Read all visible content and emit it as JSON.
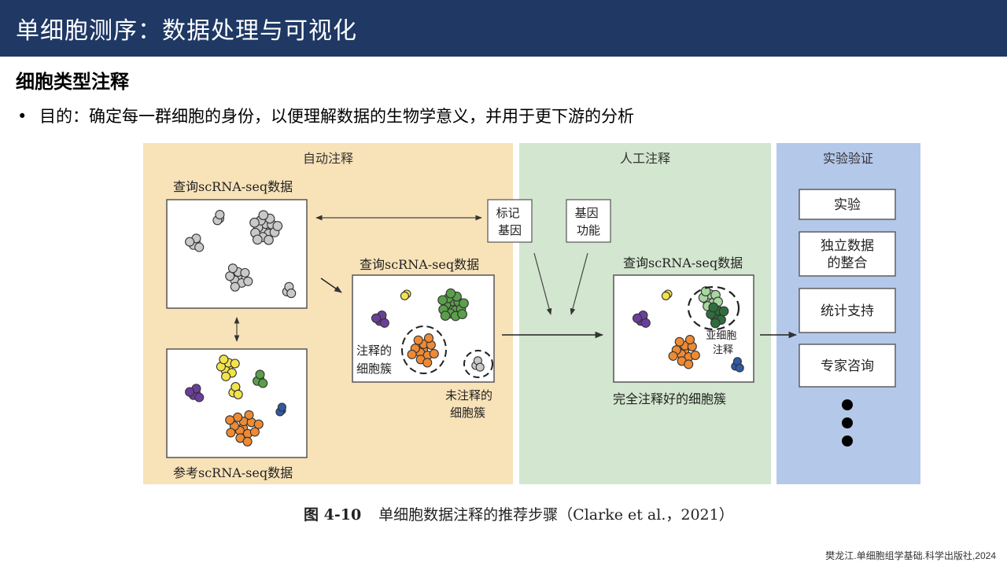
{
  "header": {
    "title": "单细胞测序：数据处理与可视化"
  },
  "section": {
    "title": "细胞类型注释"
  },
  "bullet": {
    "marker": "•",
    "text": "目的：确定每一群细胞的身份，以便理解数据的生物学意义，并用于更下游的分析"
  },
  "figure": {
    "panel_auto": {
      "title": "自动注释"
    },
    "panel_manual": {
      "title": "人工注释"
    },
    "panel_validation": {
      "title": "实验验证"
    },
    "query_label_top": "查询scRNA-seq数据",
    "query_label_mid": "查询scRNA-seq数据",
    "query_label_right": "查询scRNA-seq数据",
    "reference_label": "参考scRNA-seq数据",
    "annotated_cluster_label": [
      "注释的",
      "细胞簇"
    ],
    "unannotated_cluster_label": [
      "未注释的",
      "细胞簇"
    ],
    "subcluster_label": [
      "亚细胞",
      "注释"
    ],
    "fully_annotated_label": "完全注释好的细胞簇",
    "marker_genes_box": [
      "标记",
      "基因"
    ],
    "gene_function_box": [
      "基因",
      "功能"
    ],
    "validation_steps": [
      [
        "实验"
      ],
      [
        "独立数据",
        "的整合"
      ],
      [
        "统计支持"
      ],
      [
        "专家咨询"
      ]
    ],
    "colors": {
      "auto_bg": "#f8e2b8",
      "manual_bg": "#d3e6cf",
      "validation_bg": "#b4c8ea",
      "gray_cell": "#c9c9c9",
      "yellow_cell": "#f3e34a",
      "purple_cell": "#6a3f9c",
      "green_cell": "#5aa04a",
      "orange_cell": "#ee8a33",
      "blue_cell": "#2f5aa8",
      "darkgreen_cell": "#2f6e3c"
    }
  },
  "caption": {
    "fig_no": "图 4-10",
    "text": "单细胞数据注释的推荐步骤（Clarke et al.，2021）"
  },
  "citation": "樊龙江.单细胞组学基础.科学出版社,2024"
}
